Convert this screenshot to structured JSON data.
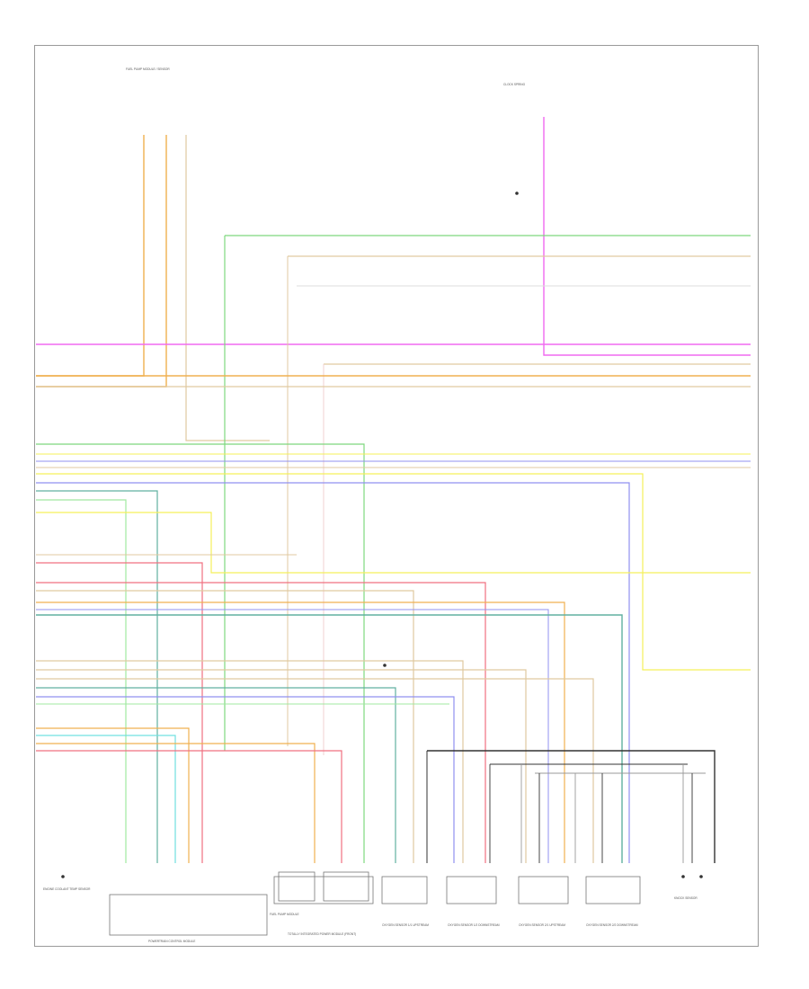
{
  "diagram": {
    "sheet_id": "",
    "components": [
      {
        "id": "fuel-pump",
        "label": "FUEL PUMP MODULE / SENSOR"
      },
      {
        "id": "clock-spring",
        "label": "CLOCK SPRING"
      },
      {
        "id": "fuel-pump-relay-box",
        "label": "FUEL PUMP MODULE"
      },
      {
        "id": "pcm",
        "label": "POWERTRAIN CONTROL MODULE"
      },
      {
        "id": "totally-integrated",
        "label": "TOTALLY INTEGRATED POWER MODULE (FRONT)"
      },
      {
        "id": "o2-upstream-1",
        "label": "OXYGEN SENSOR 1/1 UPSTREAM"
      },
      {
        "id": "o2-downstream-1",
        "label": "OXYGEN SENSOR 1/2 DOWNSTREAM"
      },
      {
        "id": "o2-upstream-2",
        "label": "OXYGEN SENSOR 2/1 UPSTREAM"
      },
      {
        "id": "o2-downstream-2",
        "label": "OXYGEN SENSOR 2/2 DOWNSTREAM"
      },
      {
        "id": "engine-coolant",
        "label": "ENGINE COOLANT TEMP SENSOR"
      },
      {
        "id": "knock-sensor",
        "label": "KNOCK SENSOR"
      }
    ]
  },
  "colors": {
    "green": "#7ed87e",
    "tan": "#e0c9a0",
    "pink": "#f06af0",
    "orange": "#f0b050",
    "yellow": "#f5f05a",
    "blue": "#9090f0",
    "red": "#f07080",
    "teal": "#60b0a0",
    "gray": "#999999",
    "dark": "#333333",
    "lgreen": "#a0e8a0",
    "cyan": "#70e0e0"
  }
}
